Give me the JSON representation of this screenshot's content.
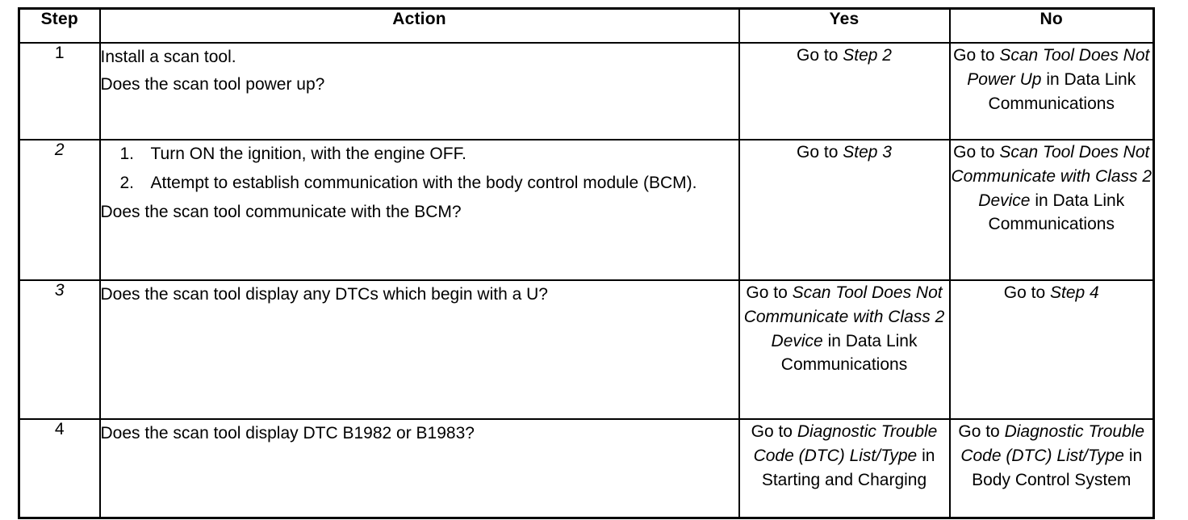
{
  "document": {
    "type": "diagnostic-system-check-table",
    "columns": [
      "Step",
      "Action",
      "Yes",
      "No"
    ]
  },
  "table": {
    "headers": {
      "step": "Step",
      "action": "Action",
      "yes": "Yes",
      "no": "No"
    },
    "rows": [
      {
        "step": "1",
        "step_italic": false,
        "action": {
          "lines": [
            "Install a scan tool.",
            "Does the scan tool power up?"
          ],
          "list": [],
          "tail": ""
        },
        "yes": {
          "segments": [
            {
              "text": "Go to ",
              "italic": false
            },
            {
              "text": "Step 2",
              "italic": true
            }
          ],
          "plain": "Go to Step 2"
        },
        "no": {
          "segments": [
            {
              "text": "Go to ",
              "italic": false
            },
            {
              "text": "Scan Tool Does Not Power Up",
              "italic": true
            },
            {
              "text": " in Data Link Communications",
              "italic": false
            }
          ],
          "plain": "Go to Scan Tool Does Not Power Up in Data Link Communications"
        }
      },
      {
        "step": "2",
        "step_italic": true,
        "action": {
          "lines": [],
          "list": [
            {
              "num": "1.",
              "text": "Turn ON the ignition, with the engine OFF."
            },
            {
              "num": "2.",
              "text": "Attempt to establish communication with the body control module (BCM)."
            }
          ],
          "tail": "Does the scan tool communicate with the BCM?"
        },
        "yes": {
          "segments": [
            {
              "text": "Go to ",
              "italic": false
            },
            {
              "text": "Step 3",
              "italic": true
            }
          ],
          "plain": "Go to Step 3"
        },
        "no": {
          "segments": [
            {
              "text": "Go to ",
              "italic": false
            },
            {
              "text": "Scan Tool Does Not Communicate with Class 2 Device",
              "italic": true
            },
            {
              "text": " in Data Link Communications",
              "italic": false
            }
          ],
          "plain": "Go to Scan Tool Does Not Communicate with Class 2 Device in Data Link Communications"
        }
      },
      {
        "step": "3",
        "step_italic": true,
        "action": {
          "lines": [
            "Does the scan tool display any DTCs which begin with a U?"
          ],
          "list": [],
          "tail": ""
        },
        "yes": {
          "segments": [
            {
              "text": "Go to ",
              "italic": false
            },
            {
              "text": "Scan Tool Does Not Communicate with Class 2 Device",
              "italic": true
            },
            {
              "text": " in Data Link Communications",
              "italic": false
            }
          ],
          "plain": "Go to Scan Tool Does Not Communicate with Class 2 Device in Data Link Communications"
        },
        "no": {
          "segments": [
            {
              "text": "Go to ",
              "italic": false
            },
            {
              "text": "Step 4",
              "italic": true
            }
          ],
          "plain": "Go to Step 4"
        }
      },
      {
        "step": "4",
        "step_italic": false,
        "action": {
          "lines": [
            "Does the scan tool display DTC B1982 or B1983?"
          ],
          "list": [],
          "tail": ""
        },
        "yes": {
          "segments": [
            {
              "text": "Go to ",
              "italic": false
            },
            {
              "text": "Diagnostic Trouble Code (DTC) List/Type",
              "italic": true
            },
            {
              "text": " in Starting and Charging",
              "italic": false
            }
          ],
          "plain": "Go to Diagnostic Trouble Code (DTC) List/Type in Starting and Charging"
        },
        "no": {
          "segments": [
            {
              "text": "Go to ",
              "italic": false
            },
            {
              "text": "Diagnostic Trouble Code (DTC) List/Type",
              "italic": true
            },
            {
              "text": " in Body Control System",
              "italic": false
            }
          ],
          "plain": "Go to Diagnostic Trouble Code (DTC) List/Type in Body Control System"
        }
      }
    ]
  },
  "colors": {
    "ink": "#000000",
    "paper": "#ffffff"
  }
}
